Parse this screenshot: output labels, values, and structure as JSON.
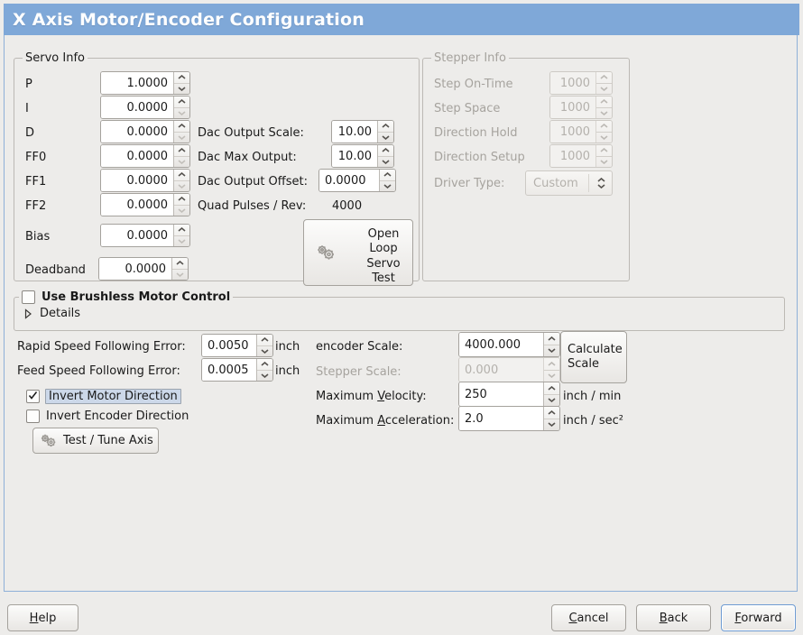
{
  "window": {
    "title": "X Axis Motor/Encoder Configuration",
    "titlebar_color": "#7fa8d8",
    "background_color": "#edecea"
  },
  "servo_info": {
    "legend": "Servo Info",
    "rows": [
      {
        "label": "P",
        "value": "1.0000"
      },
      {
        "label": "I",
        "value": "0.0000"
      },
      {
        "label": "D",
        "value": "0.0000"
      },
      {
        "label": "FF0",
        "value": "0.0000"
      },
      {
        "label": "FF1",
        "value": "0.0000"
      },
      {
        "label": "FF2",
        "value": "0.0000"
      },
      {
        "label": "Bias",
        "value": "0.0000"
      },
      {
        "label": "Deadband",
        "value": "0.0000"
      }
    ],
    "dac_output_scale": {
      "label": "Dac Output Scale:",
      "value": "10.00"
    },
    "dac_max_output": {
      "label": "Dac Max Output:",
      "value": "10.00"
    },
    "dac_output_offset": {
      "label": "Dac Output Offset:",
      "value": "0.0000"
    },
    "quad_pulses_rev": {
      "label": "Quad Pulses / Rev:",
      "value": "4000"
    },
    "open_loop_test_button": {
      "line1": "Open",
      "line2": "Loop",
      "line3": "Servo",
      "line4": "Test",
      "icon": "gears-icon"
    }
  },
  "stepper_info": {
    "legend": "Stepper Info",
    "disabled": true,
    "rows": [
      {
        "label": "Step On-Time",
        "value": "1000"
      },
      {
        "label": "Step Space",
        "value": "1000"
      },
      {
        "label": "Direction Hold",
        "value": "1000"
      },
      {
        "label": "Direction Setup",
        "value": "1000"
      }
    ],
    "driver_type": {
      "label": "Driver Type:",
      "value": "Custom"
    }
  },
  "brushless": {
    "checkbox_label": "Use Brushless Motor Control",
    "checked": false,
    "details_label": "Details",
    "details_expanded": false
  },
  "following_error": {
    "rapid": {
      "label": "Rapid Speed Following Error:",
      "value": "0.0050",
      "unit": "inch"
    },
    "feed": {
      "label": "Feed Speed Following Error:",
      "value": "0.0005",
      "unit": "inch"
    }
  },
  "direction": {
    "invert_motor": {
      "label": "Invert Motor Direction",
      "checked": true,
      "focused": true
    },
    "invert_encoder": {
      "label": "Invert Encoder Direction",
      "checked": false,
      "focused": false
    }
  },
  "test_tune_button": {
    "label": "Test / Tune Axis",
    "icon": "gears-icon"
  },
  "scale": {
    "encoder_scale": {
      "label": "encoder Scale:",
      "value": "4000.000",
      "disabled": false,
      "unit": ""
    },
    "stepper_scale": {
      "label": "Stepper Scale:",
      "value": "0.000",
      "disabled": true,
      "unit": ""
    },
    "maximum_velocity": {
      "label_pre": "Maximum ",
      "mnemonic": "V",
      "label_post": "elocity:",
      "value": "250",
      "unit": "inch / min"
    },
    "maximum_acceleration": {
      "label_pre": "Maximum ",
      "mnemonic": "A",
      "label_post": "cceleration:",
      "value": "2.0",
      "unit": "inch / sec²"
    },
    "calculate_button": {
      "line1": "Calculate",
      "line2": "Scale"
    }
  },
  "footer": {
    "help": {
      "mnemonic": "H",
      "rest": "elp"
    },
    "cancel": {
      "mnemonic": "C",
      "rest": "ancel"
    },
    "back": {
      "mnemonic": "B",
      "rest": "ack"
    },
    "forward": {
      "mnemonic": "F",
      "rest": "orward",
      "focused": true
    }
  }
}
